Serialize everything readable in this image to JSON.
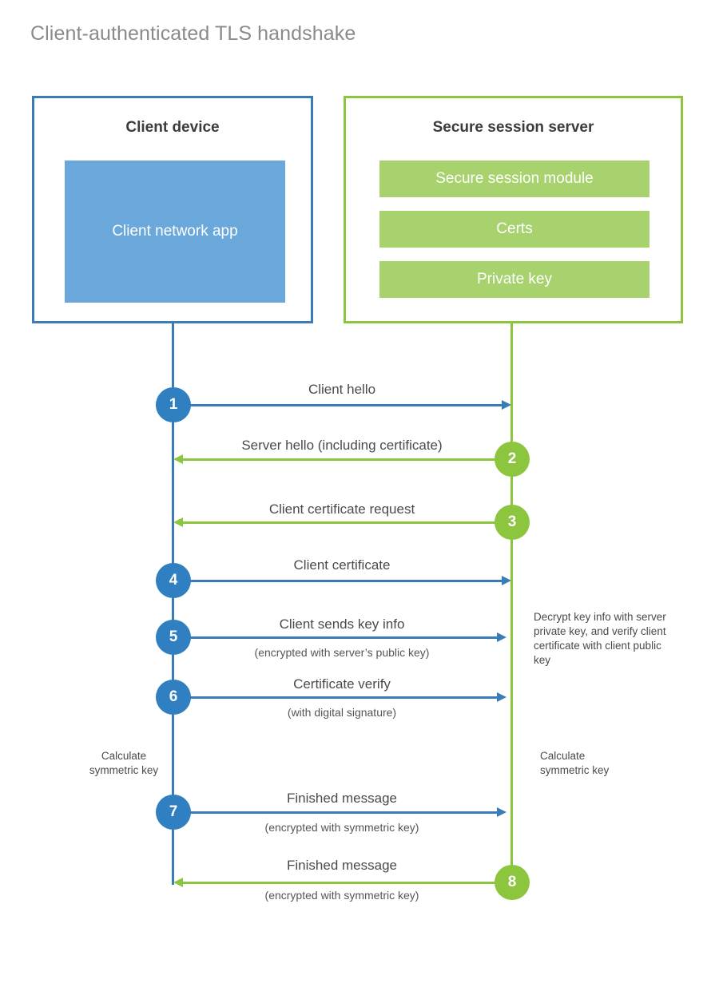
{
  "diagram": {
    "title": "Client-authenticated TLS handshake",
    "colors": {
      "client_accent": "#3a7cb8",
      "client_fill": "#6aa8dc",
      "server_accent": "#8cc63e",
      "server_fill": "#a8d26d",
      "step_blue": "#2f7fc1",
      "step_green": "#8cc63e",
      "title_gray": "#8a8a8a",
      "text_gray": "#4a4a4a",
      "background": "#ffffff"
    }
  },
  "actors": {
    "client": {
      "title": "Client device",
      "blocks": [
        {
          "label": "Client network app"
        }
      ]
    },
    "server": {
      "title": "Secure session server",
      "blocks": [
        {
          "label": "Secure session module"
        },
        {
          "label": "Certs"
        },
        {
          "label": "Private key"
        }
      ]
    }
  },
  "steps": [
    {
      "number": "1",
      "label": "Client hello",
      "sublabel": "",
      "from": "client",
      "to": "server",
      "direction": "right",
      "color": "blue"
    },
    {
      "number": "2",
      "label": "Server hello (including certificate)",
      "sublabel": "",
      "from": "server",
      "to": "client",
      "direction": "left",
      "color": "green"
    },
    {
      "number": "3",
      "label": "Client certificate request",
      "sublabel": "",
      "from": "server",
      "to": "client",
      "direction": "left",
      "color": "green"
    },
    {
      "number": "4",
      "label": "Client certificate",
      "sublabel": "",
      "from": "client",
      "to": "server",
      "direction": "right",
      "color": "blue"
    },
    {
      "number": "5",
      "label": "Client sends key info",
      "sublabel": "(encrypted with server’s public key)",
      "from": "client",
      "to": "server",
      "direction": "right",
      "color": "blue"
    },
    {
      "number": "6",
      "label": "Certificate verify",
      "sublabel": "(with digital signature)",
      "from": "client",
      "to": "server",
      "direction": "right",
      "color": "blue"
    },
    {
      "number": "7",
      "label": "Finished message",
      "sublabel": "(encrypted with symmetric key)",
      "from": "client",
      "to": "server",
      "direction": "right",
      "color": "blue"
    },
    {
      "number": "8",
      "label": "Finished message",
      "sublabel": "(encrypted with symmetric key)",
      "from": "server",
      "to": "client",
      "direction": "left",
      "color": "green"
    }
  ],
  "notes": {
    "server_decrypt": "Decrypt key info with server private key, and verify client certificate with client public key",
    "client_calculate": "Calculate symmetric key",
    "server_calculate": "Calculate symmetric key"
  }
}
